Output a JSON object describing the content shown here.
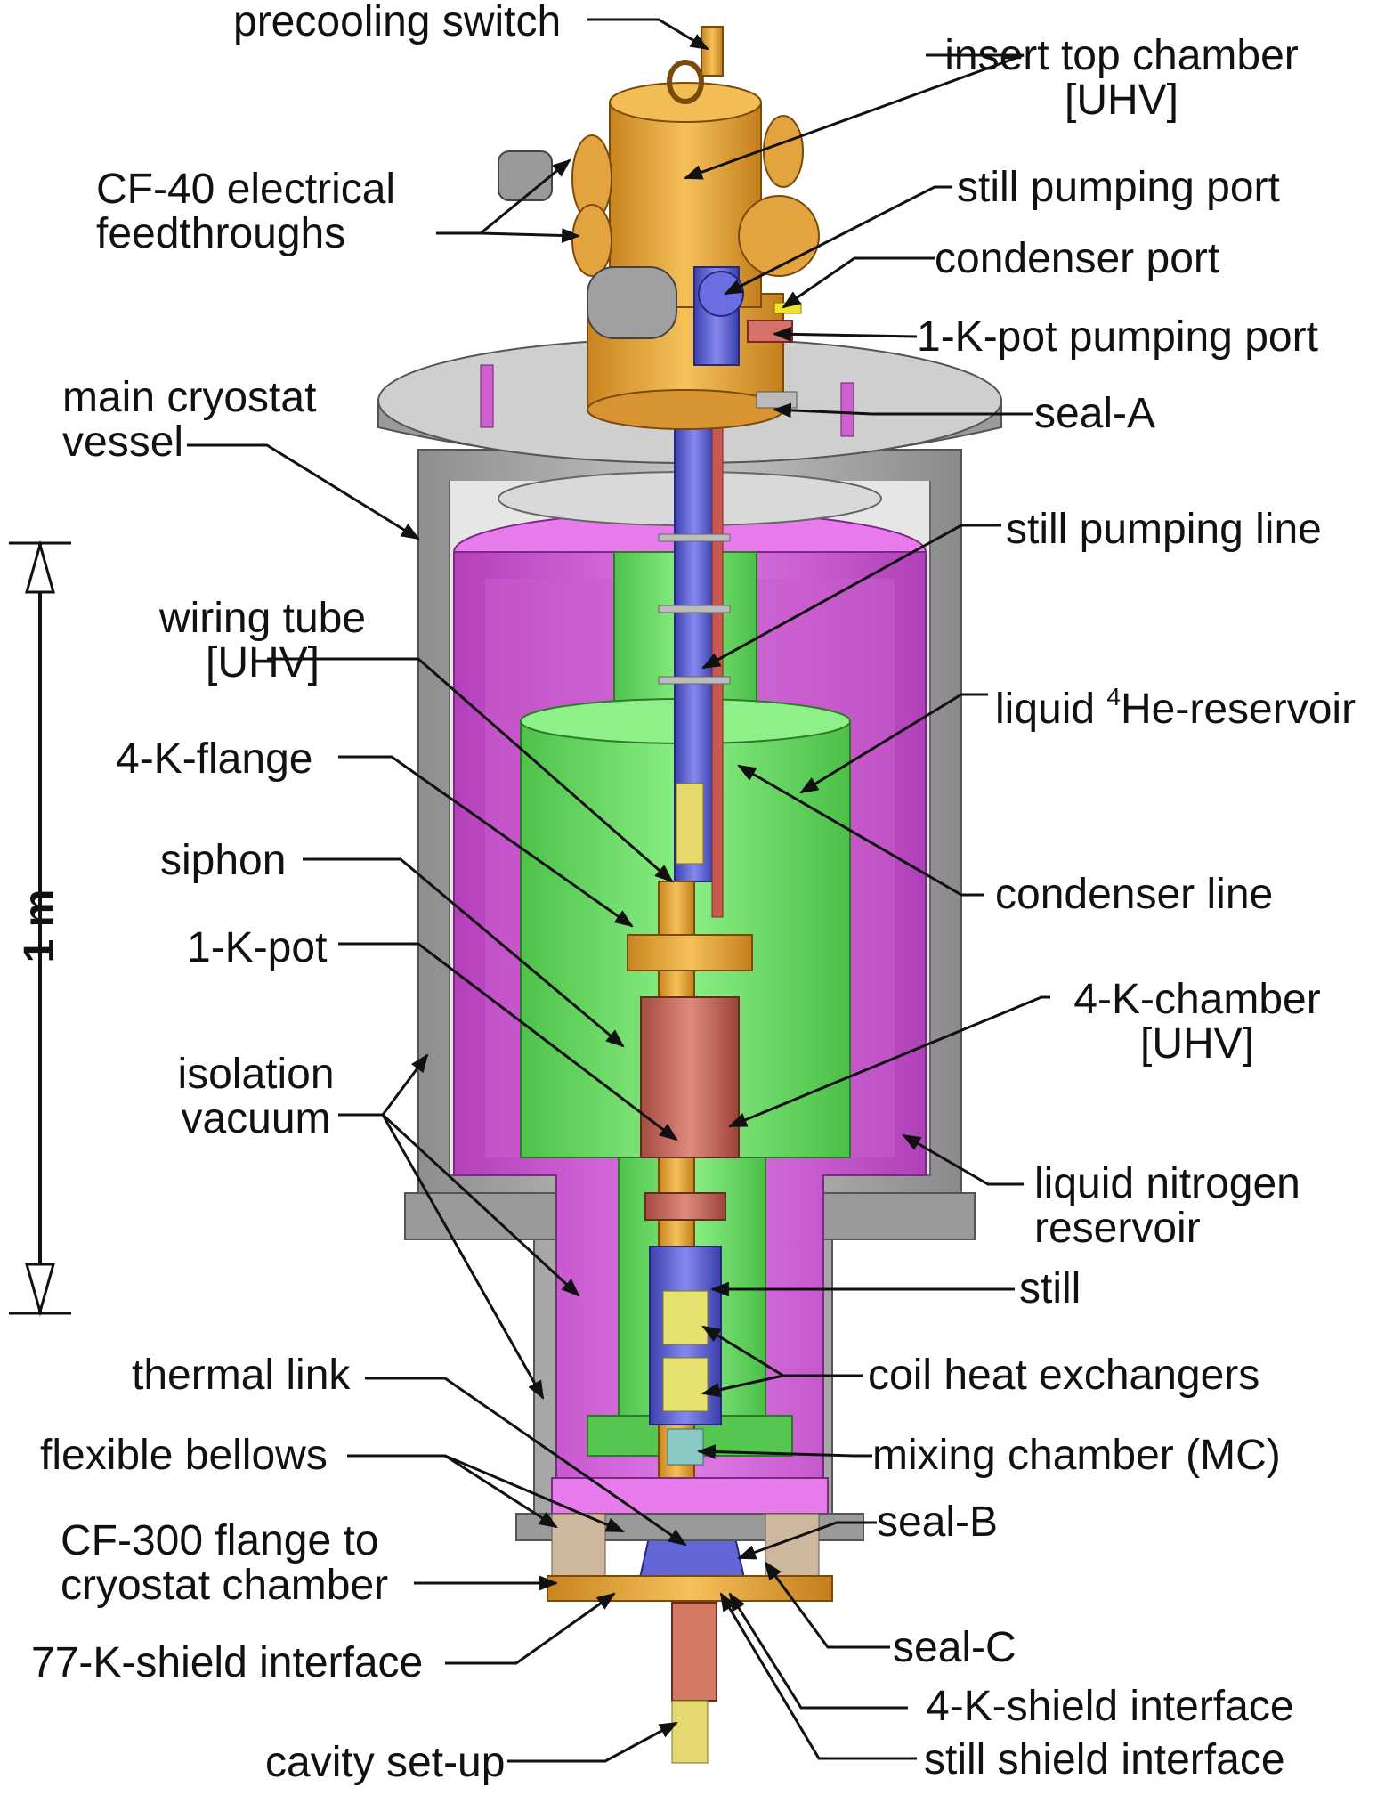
{
  "scale": {
    "label": "1 m"
  },
  "labels": {
    "precooling_switch": "precooling switch",
    "insert_top_chamber": [
      "insert top chamber",
      "[UHV]"
    ],
    "cf40_feedthroughs": [
      "CF-40 electrical",
      "feedthroughs"
    ],
    "still_pumping_port": "still pumping port",
    "condenser_port": "condenser port",
    "one_k_pot_pumping_port": "1-K-pot pumping port",
    "seal_a": "seal-A",
    "main_cryostat_vessel": [
      "main cryostat",
      "vessel"
    ],
    "still_pumping_line": "still pumping line",
    "wiring_tube": [
      "wiring tube",
      "[UHV]"
    ],
    "liquid_he_reservoir": {
      "pre": "liquid ",
      "sup": "4",
      "post": "He-reservoir"
    },
    "four_k_flange": "4-K-flange",
    "siphon": "siphon",
    "condenser_line": "condenser line",
    "one_k_pot": "1-K-pot",
    "four_k_chamber": [
      "4-K-chamber",
      "[UHV]"
    ],
    "isolation_vacuum": [
      "isolation",
      "vacuum"
    ],
    "liquid_nitrogen_reservoir": [
      "liquid nitrogen",
      "reservoir"
    ],
    "still": "still",
    "thermal_link": "thermal link",
    "coil_heat_exchangers": "coil heat exchangers",
    "flexible_bellows": "flexible bellows",
    "mixing_chamber": "mixing chamber (MC)",
    "seal_b": "seal-B",
    "cf300_flange": [
      "CF-300 flange to",
      "cryostat chamber"
    ],
    "seal_c": "seal-C",
    "k77_shield_interface": "77-K-shield interface",
    "four_k_shield_interface": "4-K-shield interface",
    "cavity_setup": "cavity set-up",
    "still_shield_interface": "still shield interface"
  },
  "colors": {
    "vessel_gray": "#a9a9a9",
    "nitrogen_magenta": "#d05ad6",
    "helium_green": "#6fe06a",
    "insert_gold": "#e8a83a",
    "pumping_line_blue": "#5f63d8",
    "chamber_red": "#c9655a",
    "coil_yellow": "#e8e070"
  }
}
